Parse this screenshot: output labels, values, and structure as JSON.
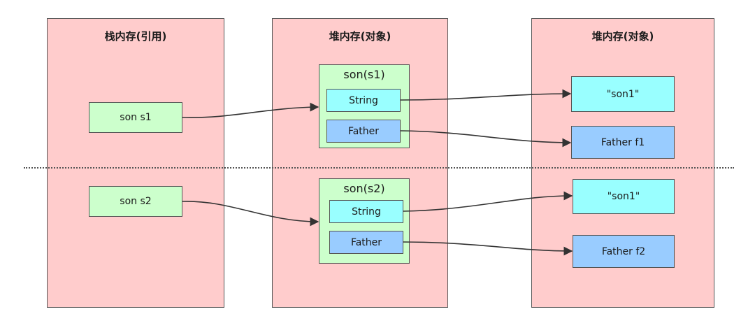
{
  "panels": {
    "stack": {
      "title": "栈内存(引用)"
    },
    "heap_objects": {
      "title": "堆内存(对象)"
    },
    "heap_values": {
      "title": "堆内存(对象)"
    }
  },
  "refs": [
    {
      "label": "son s1"
    },
    {
      "label": "son s2"
    }
  ],
  "objects": [
    {
      "title": "son(s1)",
      "string_label": "String",
      "father_label": "Father"
    },
    {
      "title": "son(s2)",
      "string_label": "String",
      "father_label": "Father"
    }
  ],
  "values": [
    {
      "string_value": "\"son1\"",
      "father_value": "Father f1"
    },
    {
      "string_value": "\"son1\"",
      "father_value": "Father f2"
    }
  ],
  "colors": {
    "panel": "#ffcccc",
    "ref_box": "#ccffcc",
    "string_box": "#99ffff",
    "father_box": "#99ccff",
    "border": "#555555"
  }
}
